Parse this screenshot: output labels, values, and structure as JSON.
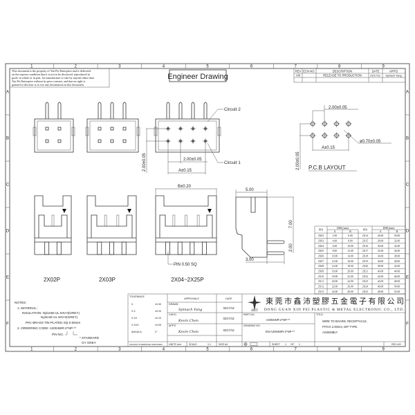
{
  "frame": {
    "columns": [
      "1",
      "2",
      "3",
      "4",
      "5",
      "6",
      "7",
      "8",
      "9"
    ],
    "rows": [
      "A",
      "B",
      "C",
      "D",
      "E",
      "F"
    ]
  },
  "notice": [
    "This document is the property of Xin Pei Enterprise and is delivered",
    "on the express condition that it is not to be disclosed, reproduced in",
    "good, in whole or in part, for manufacture or sale by anyone other than",
    "Xin Pei Enterprise without its prior consent, and that no right is",
    "granted to disclose or to use any information in this document."
  ],
  "header_title": "Engineer Drawing",
  "revision": {
    "headers": [
      "REV",
      "ECN NO.",
      "DESCRIPTION",
      "DATE",
      "APP'D"
    ],
    "rows": [
      [
        "A/0",
        "",
        "RELEASE TO PRODUCTION",
        "02/17/11'",
        "Spinach Yang"
      ]
    ]
  },
  "views": {
    "circuit2": "Circuit 2",
    "circuit1": "Circuit 1",
    "pitch_v": "2.00±0.05",
    "pitch_h": "2.00±0.05",
    "dim_a": "A±0.15",
    "dim_b": "B±0.20",
    "pin_note": "PIN 0.50 SQ",
    "label_2x02": "2X02P",
    "label_2x03": "2X03P",
    "label_2x04": "2X04~2X25P",
    "side_w": "5.00",
    "side_h": "7.00",
    "side_pitch": "2.00",
    "side_tail": "3.00"
  },
  "pcb": {
    "pitch_h": "2.00±0.05",
    "pitch_v": "2.00±0.05",
    "hole": "ø0.70±0.05",
    "dim_a": "A±0.15",
    "title": "P.C.B LAYOUT"
  },
  "dim_table": {
    "pin_header": "PIN",
    "dim_header": "DIM (mm)",
    "col_a": "A",
    "col_b": "B",
    "left": [
      [
        "2X02",
        "2.00",
        "6.00"
      ],
      [
        "2X03",
        "4.00",
        "8.00"
      ],
      [
        "2X04",
        "6.00",
        "10.00"
      ],
      [
        "2X05",
        "8.00",
        "12.00"
      ],
      [
        "2X06",
        "10.00",
        "14.00"
      ],
      [
        "2X07",
        "12.00",
        "16.00"
      ],
      [
        "2X08",
        "14.00",
        "18.00"
      ],
      [
        "2X09",
        "16.00",
        "20.00"
      ],
      [
        "2X10",
        "18.00",
        "22.00"
      ],
      [
        "2X11",
        "20.00",
        "24.00"
      ],
      [
        "2X12",
        "22.00",
        "26.00"
      ],
      [
        "2X13",
        "24.00",
        "28.00"
      ]
    ],
    "right": [
      [
        "2X14",
        "26.00",
        "30.00"
      ],
      [
        "2X15",
        "28.00",
        "32.00"
      ],
      [
        "2X16",
        "30.00",
        "34.00"
      ],
      [
        "2X17",
        "32.00",
        "36.00"
      ],
      [
        "2X18",
        "34.00",
        "38.00"
      ],
      [
        "2X19",
        "36.00",
        "40.00"
      ],
      [
        "2X20",
        "38.00",
        "42.00"
      ],
      [
        "2X21",
        "40.00",
        "44.00"
      ],
      [
        "2X22",
        "42.00",
        "46.00"
      ],
      [
        "2X23",
        "44.00",
        "48.00"
      ],
      [
        "2X24",
        "46.00",
        "50.00"
      ],
      [
        "2X25",
        "48.00",
        "52.00"
      ]
    ]
  },
  "notes": {
    "heading": "NOTES:",
    "material": "1. MATERIAL:",
    "insulation1": "INSULATION: Nylon66 UL 94V-0(GREY)",
    "insulation2": "Nylon46 UL 94V-0(GREY)",
    "pin": "PIN: BRASS TIN-PLATED SQ 0.50mm",
    "ordering": "2. ORDERING CODE: A2004WR-2*NP-**",
    "pin_no": "PIN NO.",
    "standard": "* STANDARD",
    "gy": "GY GREY"
  },
  "tolerance": {
    "heading": "TOLERANCE",
    "rows": [
      [
        "X.",
        "±0.30"
      ],
      [
        "X.X",
        "±0.20"
      ],
      [
        "X.XX",
        "±0.10"
      ],
      [
        "X.XXX",
        "±0.05"
      ],
      [
        "ANGULA",
        "2°"
      ]
    ],
    "footer": "UNLESS OTHERWISE SPECIFIED"
  },
  "approvals": {
    "heading": "APPROVALS",
    "date_heading": "DATE",
    "rows": [
      {
        "role": "DRAWN",
        "name": "Spinach Yang",
        "date": "02/17/11'"
      },
      {
        "role": "CHK'D",
        "name": "Kevin Chen",
        "date": "02/17/11'"
      },
      {
        "role": "APP'D",
        "name": "Kevin Chen",
        "date": "02/17/11'"
      }
    ],
    "units": "UNITS mm",
    "scale_label": "SCALE",
    "scale": "1:1",
    "size": "SIZE A4"
  },
  "company": {
    "logo": "HXT",
    "name_cn": "東莞市鑫沛塑膠五金電子有限公司",
    "name_en": "DONG GUAN XIN PEI PLASTIC & METAL ELECTRONIC CO., LTD."
  },
  "part": {
    "part_no_label": "PART NO.",
    "part_no": "A2004WR-2*NP-**",
    "drawing_no_label": "DRAWING NO.",
    "drawing_no": "EN-A2004WR-2*NP-**",
    "sheet_label": "SHEET",
    "sheet": "1",
    "of_label": "OF",
    "of": "1",
    "title_label": "TITLE:",
    "title_lines": [
      "WIRE TO BOARD, RECEPTACLE,",
      "PITCH 2.00mm, DIP TYPE,",
      "ASSEMBLY"
    ],
    "rev": "REV A/0"
  }
}
